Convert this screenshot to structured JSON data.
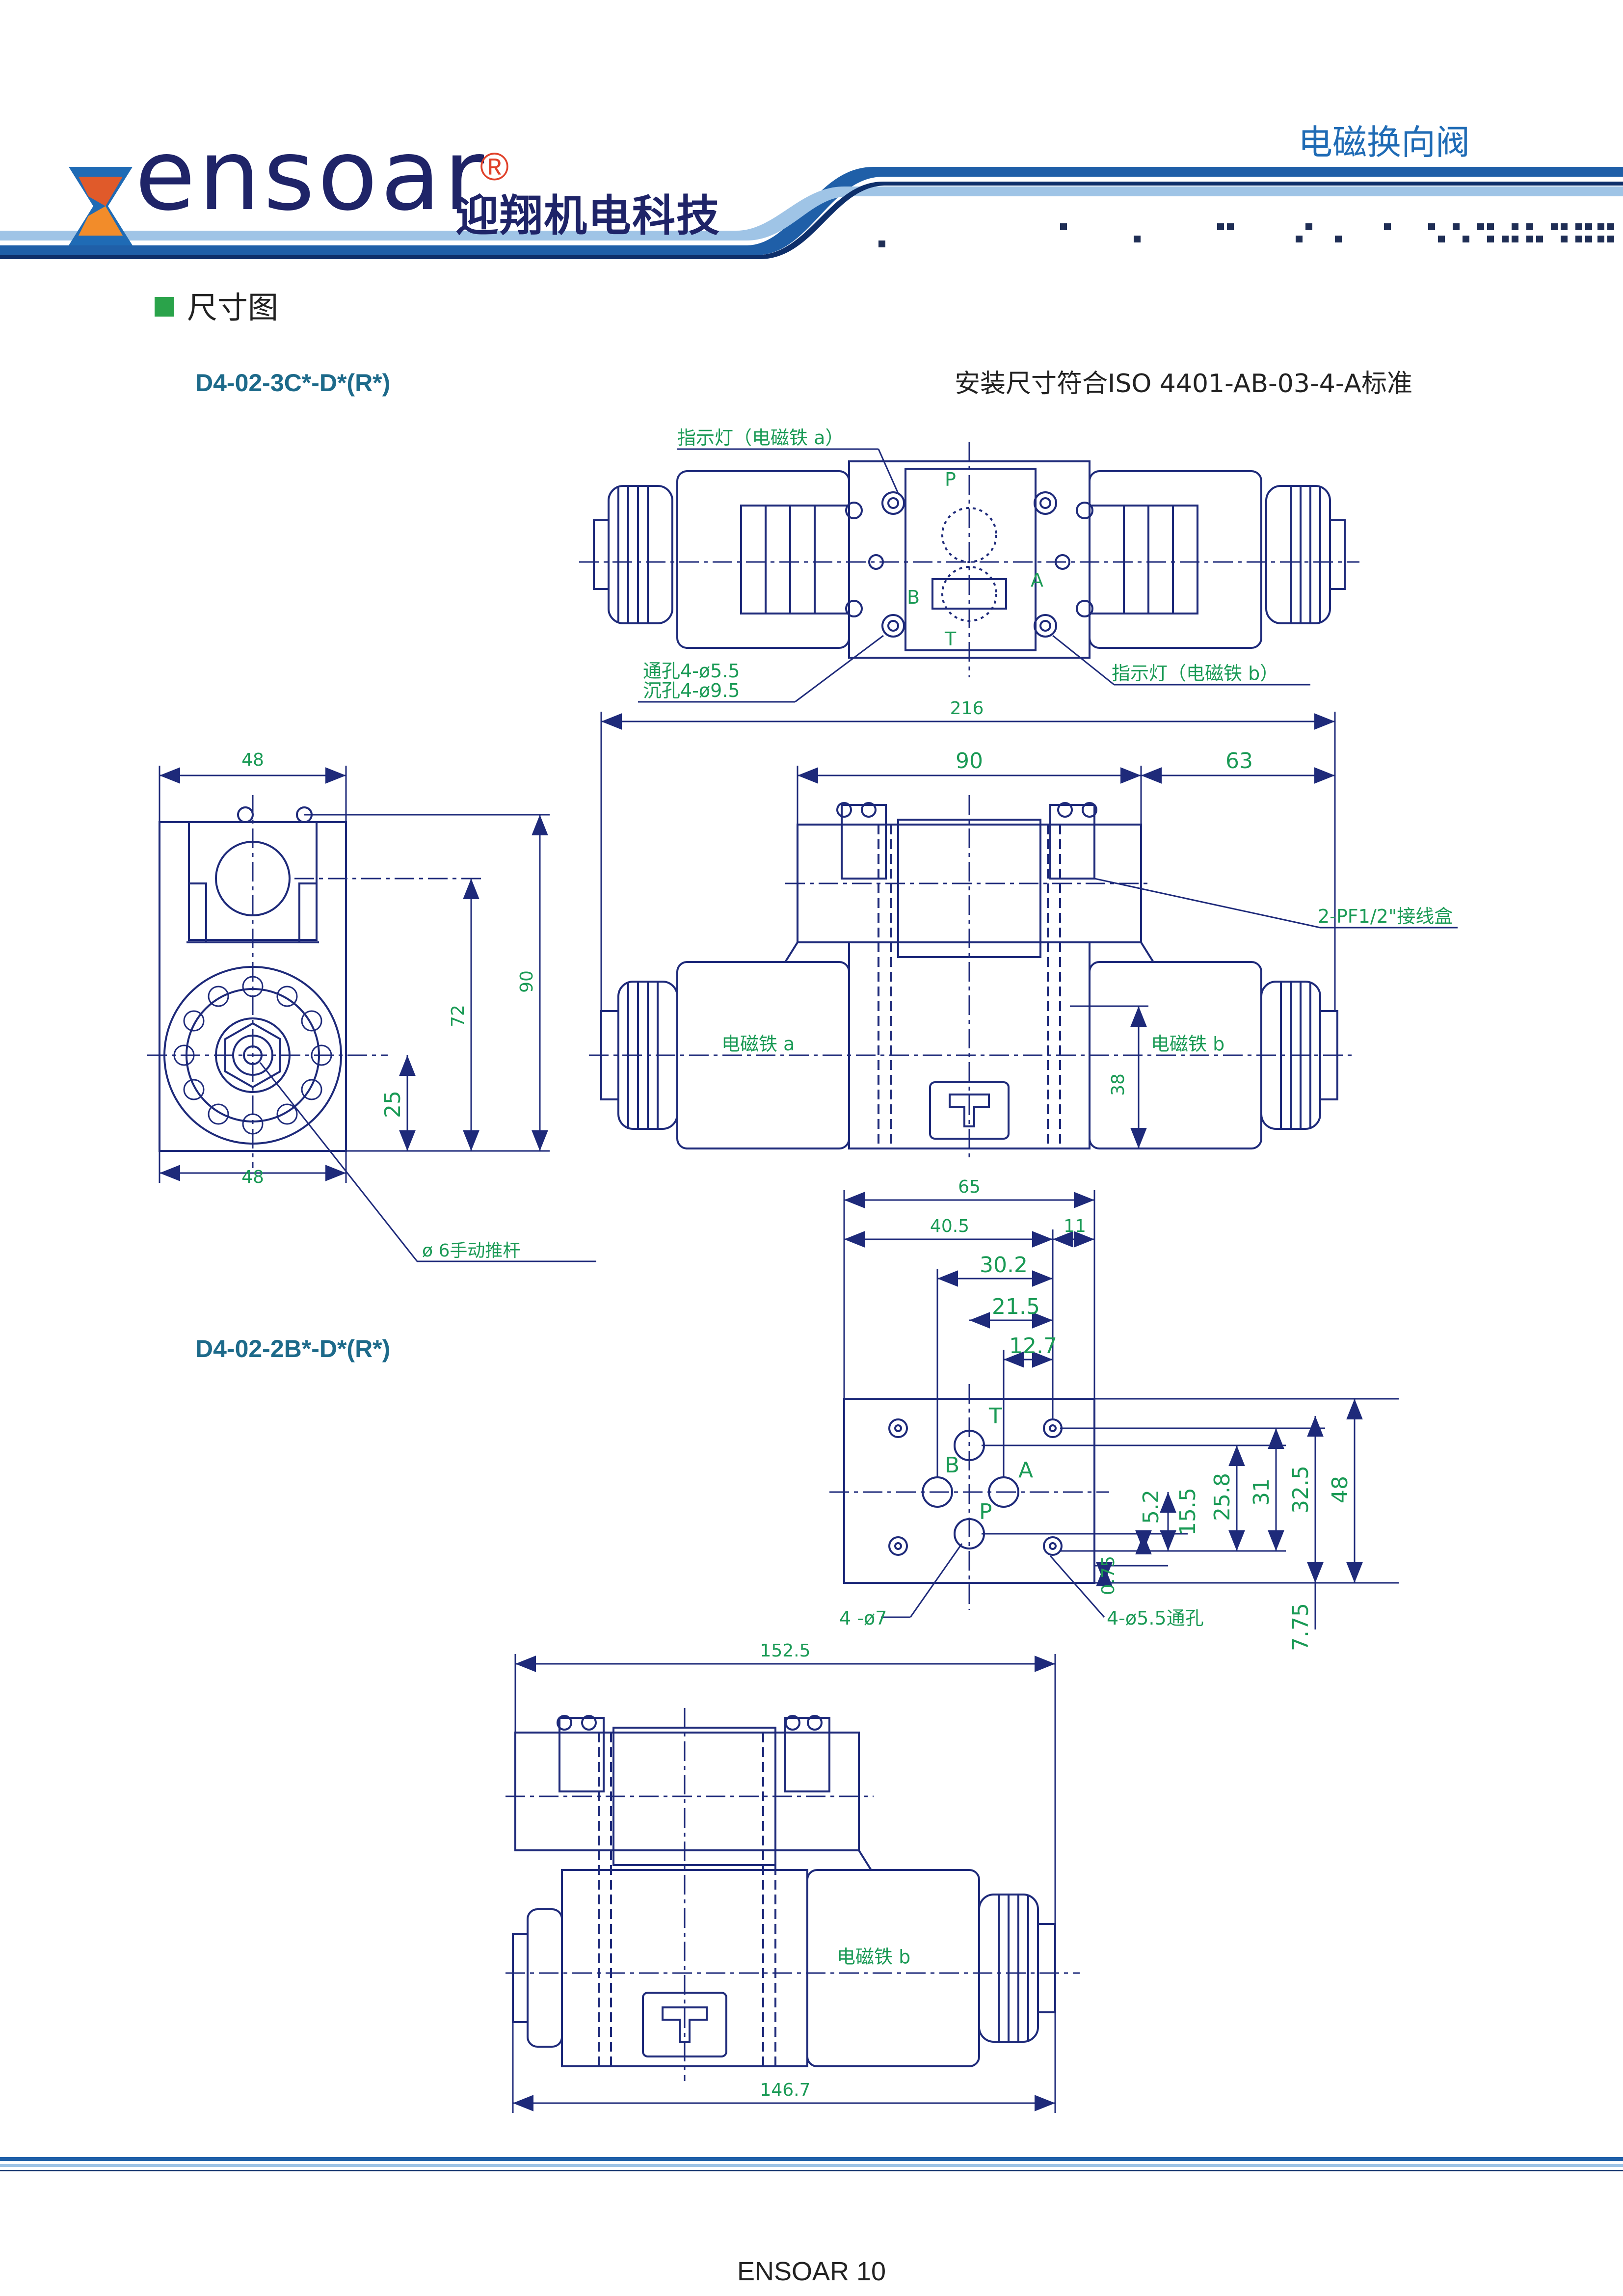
{
  "header": {
    "brand_wordmark": "ensoar",
    "brand_registered": "®",
    "brand_chinese": "迎翔机电科技",
    "product_category": "电磁换向阀"
  },
  "section": {
    "title": "尺寸图"
  },
  "model_3c": "D4-02-3C*-D*(R*)",
  "model_2b": "D4-02-2B*-D*(R*)",
  "standard_note": "安装尺寸符合ISO 4401-AB-03-4-A标准",
  "top_view": {
    "indicator_a": "指示灯（电磁铁 a）",
    "indicator_b": "指示灯（电磁铁 b）",
    "through_hole": "通孔4-ø5.5",
    "counterbore": "沉孔4-ø9.5",
    "port_p": "P",
    "port_a": "A",
    "port_b": "B",
    "port_t": "T"
  },
  "front_view": {
    "dim_216": "216",
    "dim_90": "90",
    "dim_63": "63",
    "dim_38": "38",
    "junction_box": "2-PF1/2\"接线盒",
    "solenoid_a": "电磁铁 a",
    "solenoid_b": "电磁铁 b"
  },
  "side_view": {
    "dim_48_top": "48",
    "dim_48_bottom": "48",
    "dim_90": "90",
    "dim_72": "72",
    "dim_25": "25",
    "manual_pin": "ø 6手动推杆"
  },
  "port_view": {
    "dim_65": "65",
    "dim_40_5": "40.5",
    "dim_11": "11",
    "dim_30_2": "30.2",
    "dim_21_5": "21.5",
    "dim_12_7": "12.7",
    "dim_5_2": "5.2",
    "dim_15_5": "15.5",
    "dim_25_8": "25.8",
    "dim_31": "31",
    "dim_32_5": "32.5",
    "dim_48": "48",
    "dim_0_75": "0.75",
    "dim_7_75": "7.75",
    "port_holes": "4 -ø7",
    "bolt_holes": "4-ø5.5通孔",
    "port_t": "T",
    "port_b": "B",
    "port_a": "A",
    "port_p": "P"
  },
  "view_2b": {
    "dim_152_5": "152.5",
    "dim_146_7": "146.7",
    "solenoid_b": "电磁铁 b"
  },
  "footer": {
    "page_label": "ENSOAR 10"
  }
}
